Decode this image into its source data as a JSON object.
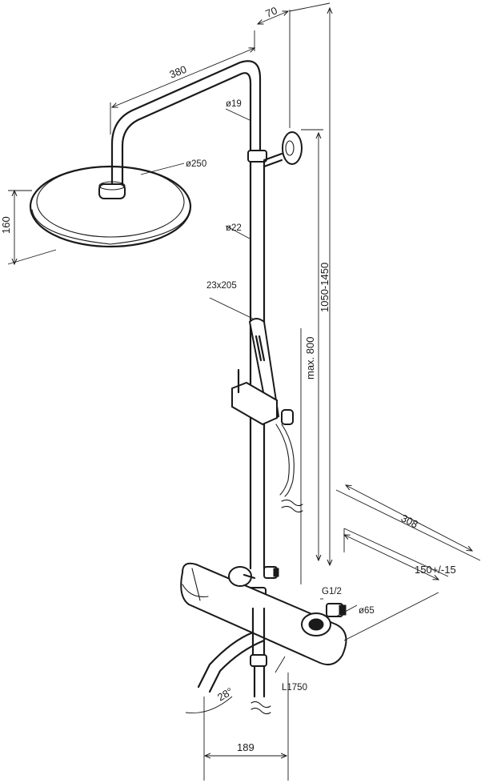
{
  "labels": {
    "arm_offset": "70",
    "arm_length": "380",
    "arm_pipe_dia": "ø19",
    "head_dia": "ø250",
    "head_height": "160",
    "riser_dia": "ø22",
    "handshower_size": "23x205",
    "height_range": "1050-1450",
    "max_slide": "max. 800",
    "depth_total": "308",
    "inlet_spacing": "150+/-15",
    "thread": "G1/2",
    "rosette_dia": "ø65",
    "spout_angle": "28°",
    "hose_length": "L1750",
    "spout_length": "189"
  }
}
